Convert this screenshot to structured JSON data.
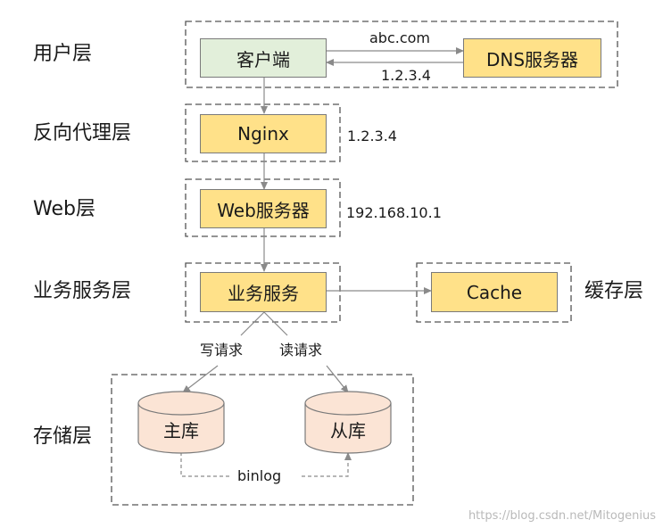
{
  "layers": {
    "user": "用户层",
    "reverse_proxy": "反向代理层",
    "web": "Web层",
    "business": "业务服务层",
    "storage": "存储层",
    "cache": "缓存层"
  },
  "nodes": {
    "client": "客户端",
    "dns": "DNS服务器",
    "nginx": "Nginx",
    "web_server": "Web服务器",
    "business_service": "业务服务",
    "cache": "Cache",
    "master_db": "主库",
    "slave_db": "从库"
  },
  "edge_labels": {
    "dns_query": "abc.com",
    "dns_reply": "1.2.3.4",
    "nginx_ip": "1.2.3.4",
    "web_ip": "192.168.10.1",
    "write_request": "写请求",
    "read_request": "读请求",
    "replication": "binlog"
  },
  "watermark": "https://blog.csdn.net/Mitogenius",
  "colors": {
    "node_fill": "#ffe189",
    "client_fill": "#e2efda",
    "db_fill": "#fbe4d5",
    "border": "#7a7a7a",
    "arrow": "#8a8a8a"
  }
}
